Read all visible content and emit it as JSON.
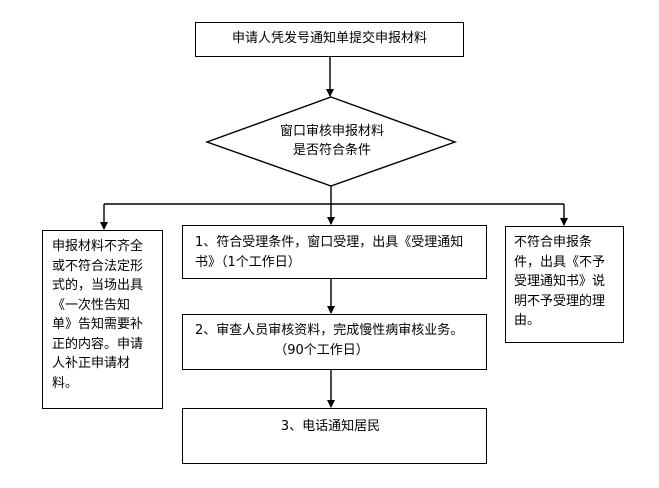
{
  "flowchart": {
    "start_box": "申请人凭发号通知单提交申报材料",
    "decision": {
      "line1": "窗口审核申报材料",
      "line2": "是否符合条件"
    },
    "step1": {
      "line1": "1、符合受理条件，窗口受理，出具《受理通知",
      "line2": "书》（1个工作日）"
    },
    "step2": {
      "line1": "2、审查人员审核资料，完成慢性病审核业务。",
      "line2": "（90个工作日）"
    },
    "step3": "3、电话通知居民",
    "left_branch": [
      "申报材料不齐全",
      "或不符合法定形",
      "式的，当场出具",
      "《一次性告知",
      "单》告知需要补",
      "正的内容。申请",
      "人补正申请材",
      "料。"
    ],
    "right_branch": [
      "不符合申报条",
      "件，出具《不予",
      "受理通知书》说",
      "明不予受理的理",
      "由。"
    ]
  }
}
